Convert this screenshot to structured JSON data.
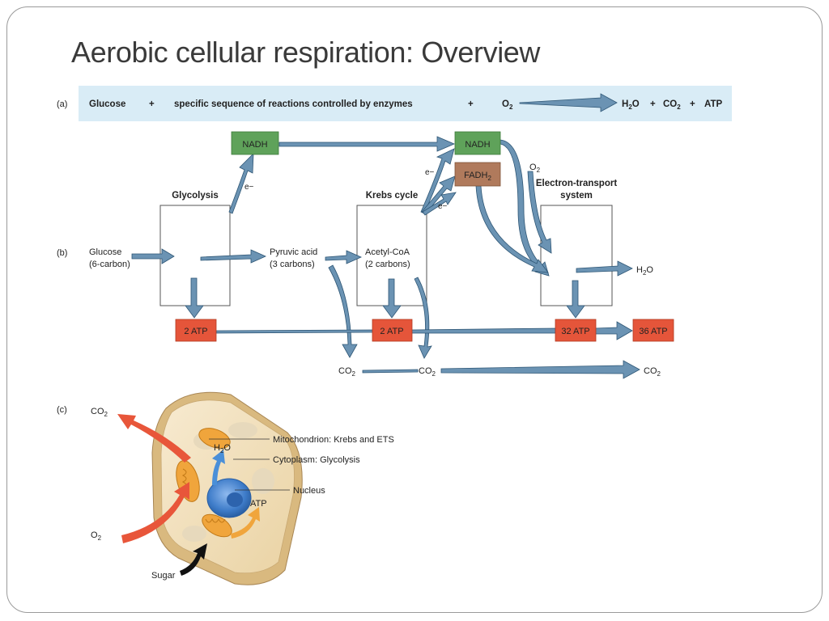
{
  "slide": {
    "title": "Aerobic cellular respiration:  Overview"
  },
  "panel_a": {
    "letter": "(a)",
    "glucose": "Glucose",
    "plus": "+",
    "sequence": "specific sequence of reactions controlled by enzymes",
    "o2": "O",
    "h2o": "H",
    "co2": "CO",
    "sub2": "2",
    "atp": "ATP"
  },
  "panel_b": {
    "letter": "(b)",
    "glycolysis": "Glycolysis",
    "krebs": "Krebs cycle",
    "ets_line1": "Electron-transport",
    "ets_line2": "system",
    "glucose_line1": "Glucose",
    "glucose_line2": "(6-carbon)",
    "pyruvic_line1": "Pyruvic acid",
    "pyruvic_line2": "(3 carbons)",
    "acetyl_line1": "Acetyl-CoA",
    "acetyl_line2": "(2 carbons)",
    "nadh": "NADH",
    "fadh": "FADH",
    "electron": "e−",
    "o2": "O",
    "h2o": "H",
    "co2": "CO",
    "sub2": "2",
    "atp_glycolysis": "2 ATP",
    "atp_krebs": "2 ATP",
    "atp_ets": "32 ATP",
    "atp_total": "36 ATP"
  },
  "panel_c": {
    "letter": "(c)",
    "co2": "CO",
    "o2": "O",
    "h2o": "H",
    "sub2": "2",
    "atp": "ATP",
    "sugar": "Sugar",
    "label_mito": "Mitochondrion: Krebs and ETS",
    "label_cyto": "Cytoplasm: Glycolysis",
    "label_nucleus": "Nucleus"
  },
  "colors": {
    "arrow_blue": "#6b93b3",
    "arrow_stroke": "#2e5675",
    "nadh_green": "#5fa25a",
    "fadh_brown": "#b07a5c",
    "atp_red": "#e5553a",
    "banner_blue": "#d9ecf6",
    "cell_tan": "#f3e1b8",
    "mito_orange": "#f0a53c",
    "nucleus_blue": "#4a86d0"
  }
}
